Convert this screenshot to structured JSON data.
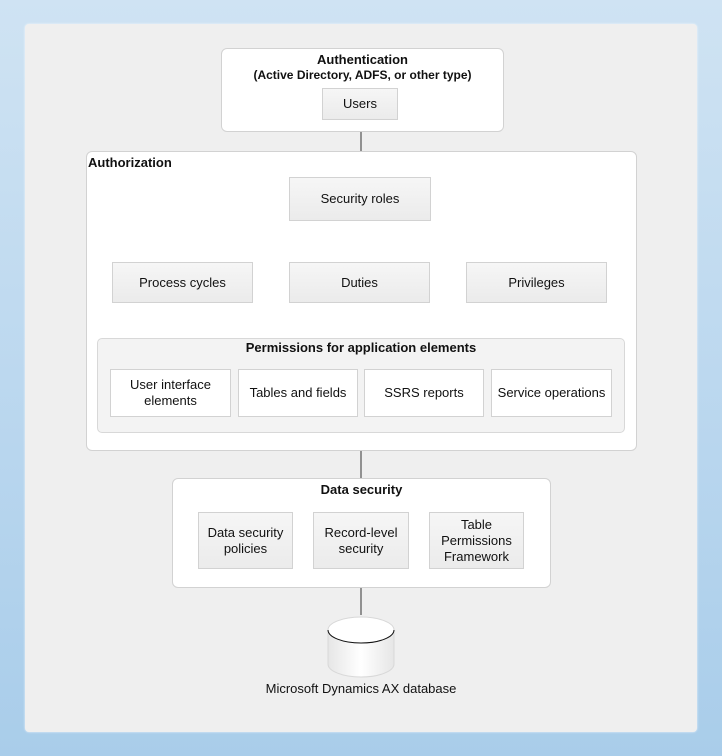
{
  "authentication": {
    "title": "Authentication",
    "subtitle": "(Active Directory, ADFS, or other type)",
    "users": "Users"
  },
  "authorization": {
    "title": "Authorization",
    "security_roles": "Security roles",
    "process_cycles": "Process cycles",
    "duties": "Duties",
    "privileges": "Privileges",
    "permissions": {
      "title": "Permissions for application elements",
      "items": [
        "User interface elements",
        "Tables and fields",
        "SSRS reports",
        "Service operations"
      ]
    }
  },
  "data_security": {
    "title": "Data security",
    "items": [
      "Data security policies",
      "Record-level security",
      "Table Permissions Framework"
    ]
  },
  "database": {
    "label": "Microsoft Dynamics AX database",
    "icon": "database-icon"
  },
  "colors": {
    "line": "#333333",
    "box_fill": "#eeeeee",
    "panel": "#efefef",
    "background": "#bcd8ef"
  }
}
